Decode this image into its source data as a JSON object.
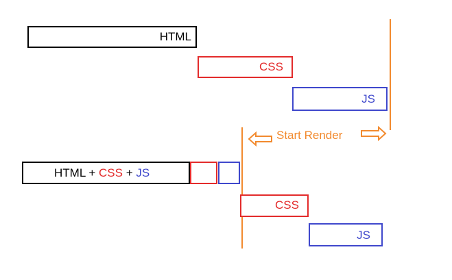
{
  "colors": {
    "html": "#000000",
    "css": "#e32b2b",
    "js": "#3f48cc",
    "render": "#f28a2e"
  },
  "top_sequence": {
    "html_label": "HTML",
    "css_label": "CSS",
    "js_label": "JS"
  },
  "bottom_sequence": {
    "combined_html": "HTML",
    "plus_1": " + ",
    "combined_css": "CSS",
    "plus_2": " + ",
    "combined_js": "JS",
    "css_label": "CSS",
    "js_label": "JS"
  },
  "annotation": {
    "start_render": "Start Render"
  },
  "icons": [
    "left-arrow-icon",
    "right-arrow-icon"
  ]
}
